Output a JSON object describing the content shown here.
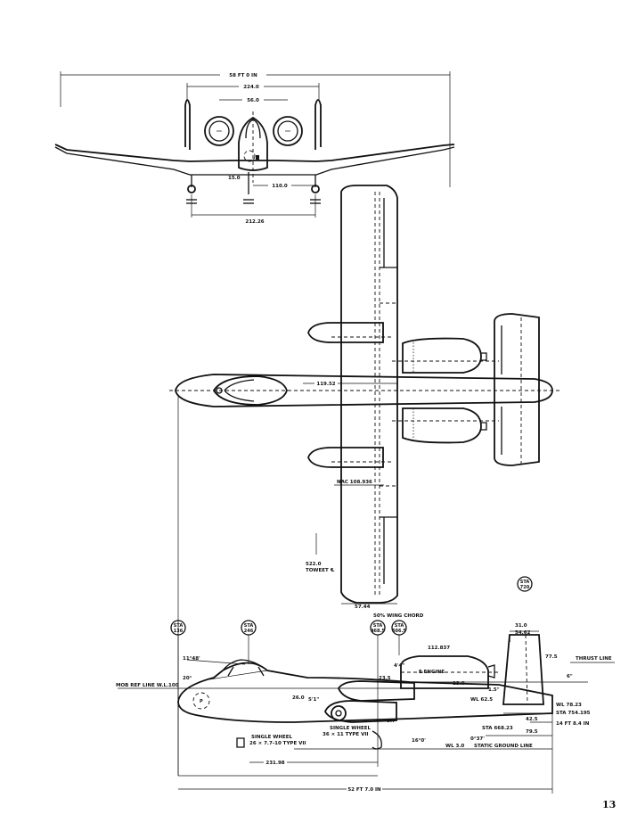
{
  "page_number": "13",
  "front_view": {
    "span": "58 FT 0 IN",
    "width_224": "224.0",
    "nacelle_spacing": "56.0",
    "dim_15": "15.0",
    "dim_110": "110.0",
    "tread": "212.26"
  },
  "plan_view": {
    "fuselage_dim": "119.52",
    "nacelle_dim": "NAC 108.936",
    "wing_dim": "57.44",
    "wing_chord_note": "50% WING CHORD",
    "tow_note_value": "522.0",
    "tow_note_label": "TOWEET ℄"
  },
  "stations": [
    {
      "top": "STA",
      "bottom": "136"
    },
    {
      "top": "STA",
      "bottom": "246"
    },
    {
      "top": "STA",
      "bottom": "468.5"
    },
    {
      "top": "STA",
      "bottom": "506.5"
    },
    {
      "top": "STA",
      "bottom": "720"
    }
  ],
  "side_view": {
    "cockpit_angle": "11°48'",
    "ref_line": "MOB REF LINE  W.L.100",
    "nose_angle": "20°",
    "dim_260": "26.0",
    "dim_23_5": "23.5",
    "dim_8_7": "8.7",
    "dim_5_1": "5'1\"",
    "dim_13_0": "13.0",
    "engine_label": "E ENGINE",
    "dim_112": "112.837",
    "dim_4_4": "4'4\"",
    "wl_625": "WL 62.5",
    "dim_310": "31.0",
    "dim_542": "54.62",
    "dim_77_5": "77.5",
    "thrust_line": "THRUST LINE",
    "dim_6": "6\"",
    "dim_1_5": "1.5\"",
    "wl_7823": "WL 78.23",
    "sta_754": "STA 754.195",
    "dim_425": "42.5",
    "ft_84": "14 FT 8.4 IN",
    "dim_795": "79.5",
    "sta_668": "STA 668.23",
    "tail_angle": "16°0'",
    "angle_037": "0°37'",
    "wl_30": "WL 3.0",
    "static_ground": "STATIC GROUND LINE",
    "single_wheel_1": "SINGLE WHEEL",
    "single_wheel_1_spec": "26 × 7.7-10 TYPE VII",
    "single_wheel_2": "SINGLE WHEEL",
    "single_wheel_2_spec": "36 × 11 TYPE VII",
    "dim_231": "231.98",
    "length": "52 FT 7.0 IN"
  }
}
